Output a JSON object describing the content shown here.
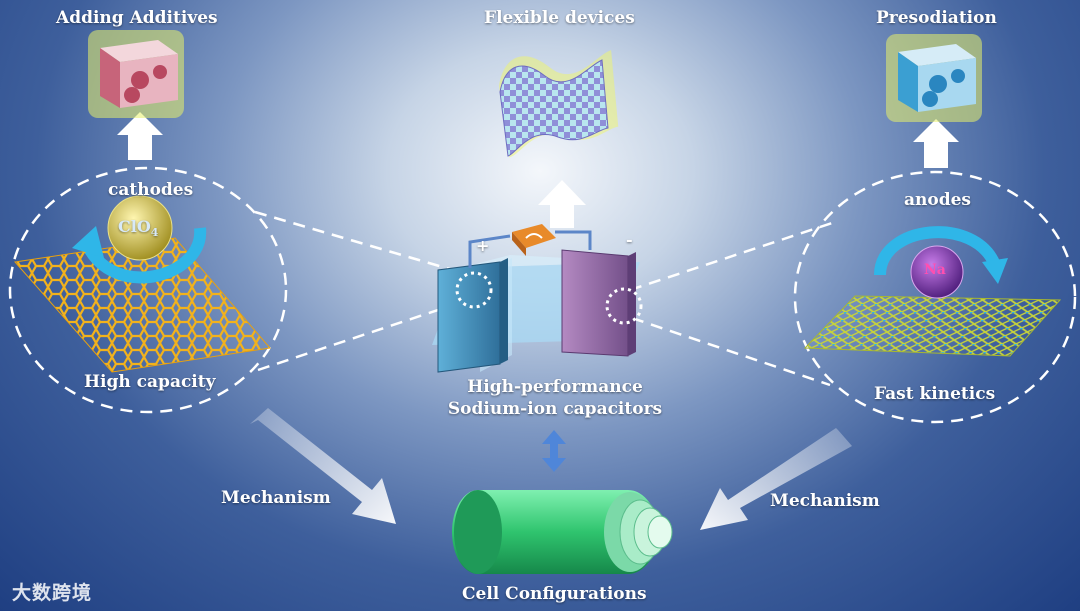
{
  "labels": {
    "adding_additives": "Adding Additives",
    "flexible_devices": "Flexible devices",
    "presodiation": "Presodiation",
    "cathodes": "cathodes",
    "anodes": "anodes",
    "high_capacity": "High capacity",
    "fast_kinetics": "Fast kinetics",
    "center_line1": "High-performance",
    "center_line2": "Sodium-ion  capacitors",
    "mechanism_left": "Mechanism",
    "mechanism_right": "Mechanism",
    "cell_configurations": "Cell Configurations",
    "clo4": "ClO",
    "clo4_sub": "4",
    "na": "Na",
    "plus": "+",
    "minus": "-"
  },
  "watermark": "大数跨境",
  "colors": {
    "graphene": "#f2b21c",
    "anode_lattice": "#c8d43a",
    "cathode_plate": "#3f8db8",
    "anode_plate": "#9a6aa8",
    "cylinder": "#3bd37a",
    "arrow_cyan": "#2fb6e8"
  }
}
